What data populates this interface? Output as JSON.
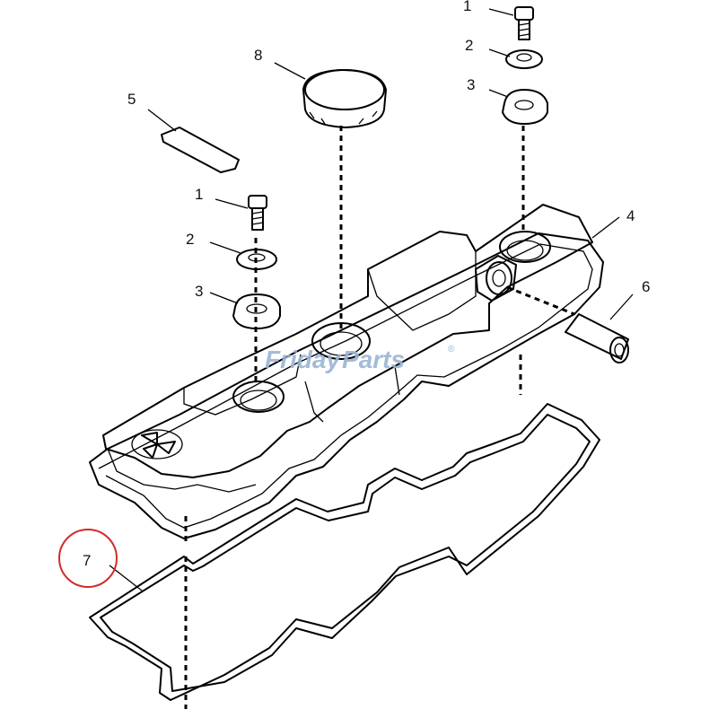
{
  "callouts": [
    {
      "id": "callout-1-top",
      "text": "1"
    },
    {
      "id": "callout-2-top",
      "text": "2"
    },
    {
      "id": "callout-3-top",
      "text": "3"
    },
    {
      "id": "callout-4",
      "text": "4"
    },
    {
      "id": "callout-5",
      "text": "5"
    },
    {
      "id": "callout-6",
      "text": "6"
    },
    {
      "id": "callout-7",
      "text": "7"
    },
    {
      "id": "callout-8",
      "text": "8"
    },
    {
      "id": "callout-1-left",
      "text": "1"
    },
    {
      "id": "callout-2-left",
      "text": "2"
    },
    {
      "id": "callout-3-left",
      "text": "3"
    }
  ],
  "watermark": {
    "text_part1": "Friday",
    "text_part2": "Parts",
    "reg_mark": "®"
  },
  "colors": {
    "watermark": "#9bb4d6",
    "highlight_circle": "#d42a2a",
    "line": "#000000"
  }
}
